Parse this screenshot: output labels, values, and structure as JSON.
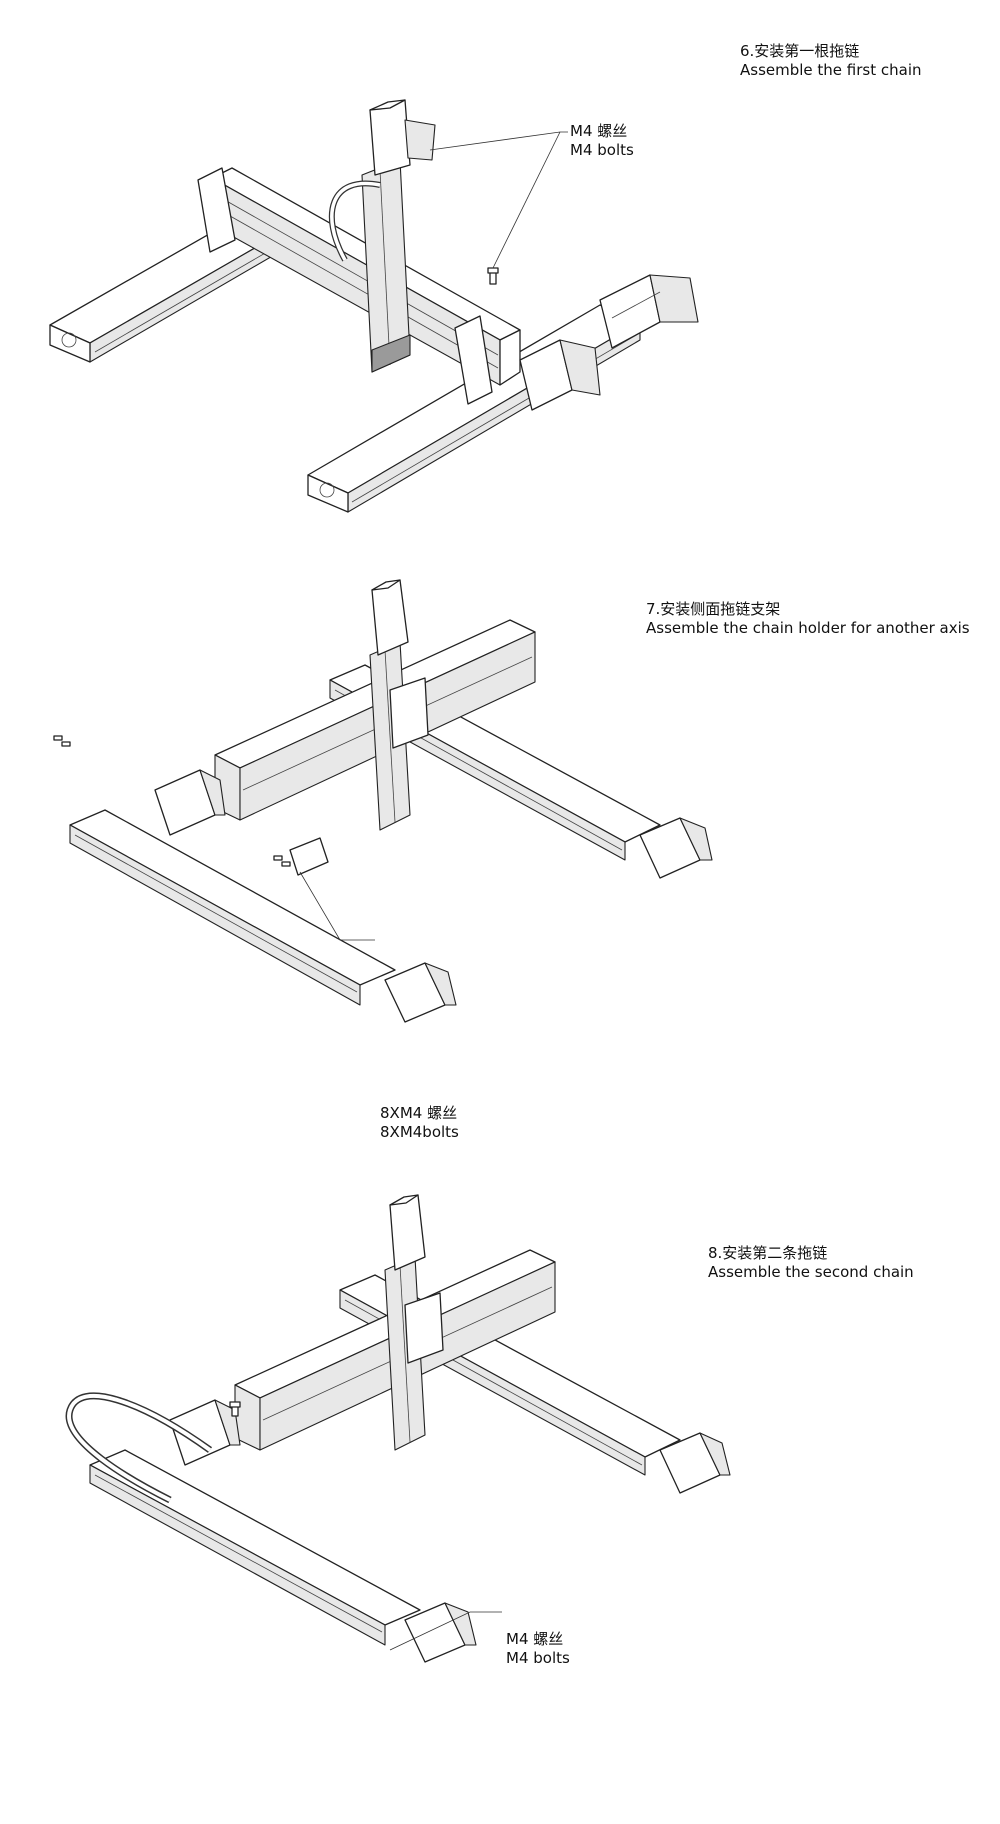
{
  "steps": [
    {
      "title_cn": "6.安装第一根拖链",
      "title_en": "Assemble the first chain",
      "callout_cn": "M4 螺丝",
      "callout_en": "M4 bolts"
    },
    {
      "title_cn": "7.安装侧面拖链支架",
      "title_en": "Assemble the chain holder for another axis",
      "callout_cn": "8XM4 螺丝",
      "callout_en": "8XM4bolts"
    },
    {
      "title_cn": "8.安装第二条拖链",
      "title_en": "Assemble the second chain",
      "callout_cn": "M4 螺丝",
      "callout_en": "M4 bolts"
    }
  ]
}
